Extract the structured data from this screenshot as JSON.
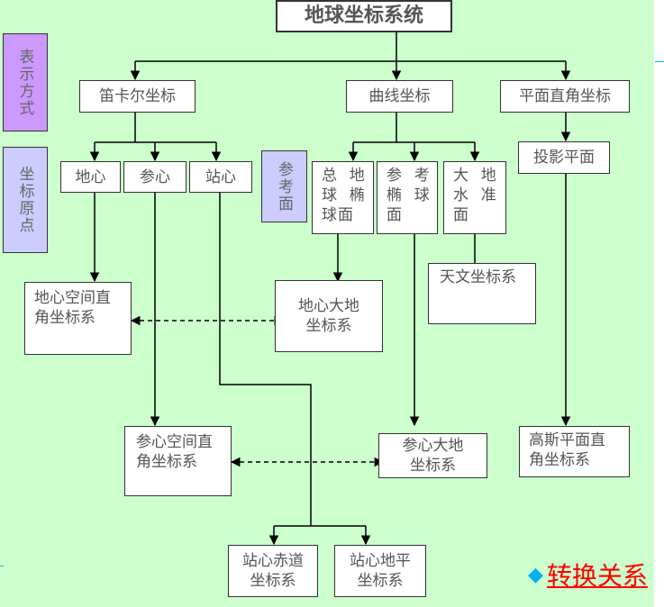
{
  "title": "地球坐标系统",
  "side_labels": {
    "representation": "表示方式",
    "origin": "坐标原点",
    "reference": "参考面"
  },
  "representation_types": {
    "cartesian": "笛卡尔坐标",
    "curvilinear": "曲线坐标",
    "planar": "平面直角坐标"
  },
  "origins": {
    "geocentric": "地心",
    "reference": "参心",
    "topocentric": "站心"
  },
  "reference_surfaces": {
    "general_ellipsoid": "总  地\n球  椭\n球面",
    "reference_ellipsoid": "参  考\n椭  球\n面",
    "geoid": "大  地\n水  准\n面"
  },
  "projection_plane": "投影平面",
  "systems": {
    "geocentric_cartesian": "地心空间直角坐标系",
    "geocentric_geodetic": "地心大地坐标系",
    "astronomical": "天文坐标系",
    "reference_cartesian": "参心空间直角坐标系",
    "reference_geodetic": "参心大地坐标系",
    "gauss_plane": "高斯平面直角坐标系",
    "topo_equatorial": "站心赤道坐标系",
    "topo_horizon": "站心地平坐标系"
  },
  "relation_link": {
    "icon": "diamond-icon",
    "label": "转换关系",
    "color": "#ff0000"
  },
  "colors": {
    "background": "#ccffcc",
    "side_purple": "#cc99ff",
    "side_lavender": "#ccccff",
    "accent": "#00b0f0"
  }
}
